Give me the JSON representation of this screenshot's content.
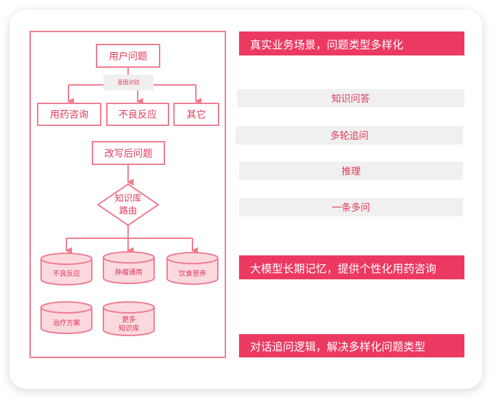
{
  "flow": {
    "user_question": "用户问题",
    "intent_recognition": "意图识别",
    "categories": [
      "用药咨询",
      "不良反应",
      "其它"
    ],
    "rewritten_question": "改写后问题",
    "kb_router": [
      "知识库",
      "路由"
    ],
    "knowledge_bases": [
      "不良反应",
      "肿瘤通用",
      "饮食营养",
      "治疗方案",
      "更多",
      "知识库"
    ]
  },
  "right": {
    "banner_1": "真实业务场景，问题类型多样化",
    "items": [
      "知识问答",
      "多轮追问",
      "推理",
      "一条多问"
    ],
    "banner_2": "大模型长期记忆，提供个性化用药咨询",
    "banner_3": "对话追问逻辑，解决多样化问题类型"
  },
  "colors": {
    "accent": "#ec3962",
    "stroke": "#f07b8f",
    "text": "#e0395a",
    "grey": "#f0f0f0"
  }
}
